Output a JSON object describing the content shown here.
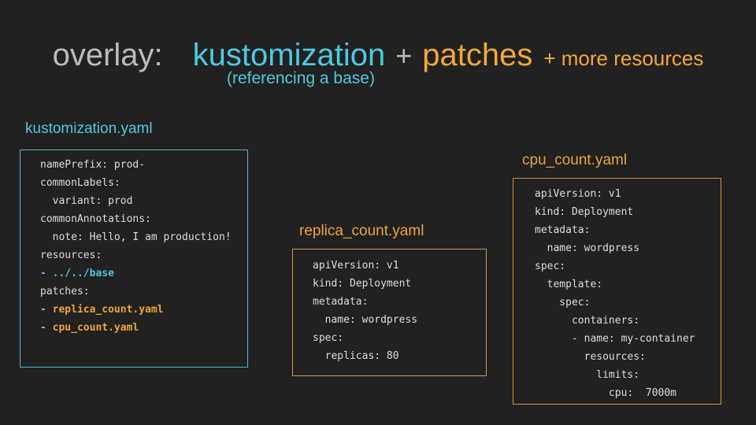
{
  "title": {
    "overlay": "overlay:",
    "kustomization": "kustomization",
    "plus": "+",
    "patches": "patches",
    "more_resources": "+ more resources",
    "subtitle": "(referencing a base)"
  },
  "colors": {
    "background": "#212121",
    "title_gray": "#b9bcbe",
    "cyan_accent": "#4fc9e0",
    "cyan_border": "#4dbccd",
    "orange_accent": "#eda33b",
    "orange_title": "#f2a73d",
    "orange_border": "#d29544",
    "code_text": "#dcdddd"
  },
  "boxes": [
    {
      "label": "kustomization.yaml",
      "accent": "cyan",
      "lines": [
        {
          "text": "namePrefix: prod-",
          "style": "plain"
        },
        {
          "text": "commonLabels:",
          "style": "plain"
        },
        {
          "text": "  variant: prod",
          "style": "plain"
        },
        {
          "text": "commonAnnotations:",
          "style": "plain"
        },
        {
          "text": "  note: Hello, I am production!",
          "style": "plain"
        },
        {
          "text": "resources:",
          "style": "plain"
        },
        {
          "text": "- ../../base",
          "style": "cyan-bold"
        },
        {
          "text": "patches:",
          "style": "plain"
        },
        {
          "text": "- replica_count.yaml",
          "style": "orange-bold"
        },
        {
          "text": "- cpu_count.yaml",
          "style": "orange-bold"
        }
      ]
    },
    {
      "label": "replica_count.yaml",
      "accent": "orange",
      "lines": [
        {
          "text": "apiVersion: v1",
          "style": "plain"
        },
        {
          "text": "kind: Deployment",
          "style": "plain"
        },
        {
          "text": "metadata:",
          "style": "plain"
        },
        {
          "text": "  name: wordpress",
          "style": "plain"
        },
        {
          "text": "spec:",
          "style": "plain"
        },
        {
          "text": "  replicas: 80",
          "style": "plain"
        }
      ]
    },
    {
      "label": "cpu_count.yaml",
      "accent": "orange",
      "lines": [
        {
          "text": "apiVersion: v1",
          "style": "plain"
        },
        {
          "text": "kind: Deployment",
          "style": "plain"
        },
        {
          "text": "metadata:",
          "style": "plain"
        },
        {
          "text": "  name: wordpress",
          "style": "plain"
        },
        {
          "text": "spec:",
          "style": "plain"
        },
        {
          "text": "  template:",
          "style": "plain"
        },
        {
          "text": "    spec:",
          "style": "plain"
        },
        {
          "text": "      containers:",
          "style": "plain"
        },
        {
          "text": "      - name: my-container",
          "style": "plain"
        },
        {
          "text": "        resources:",
          "style": "plain"
        },
        {
          "text": "          limits:",
          "style": "plain"
        },
        {
          "text": "            cpu:  7000m",
          "style": "plain"
        }
      ]
    }
  ]
}
